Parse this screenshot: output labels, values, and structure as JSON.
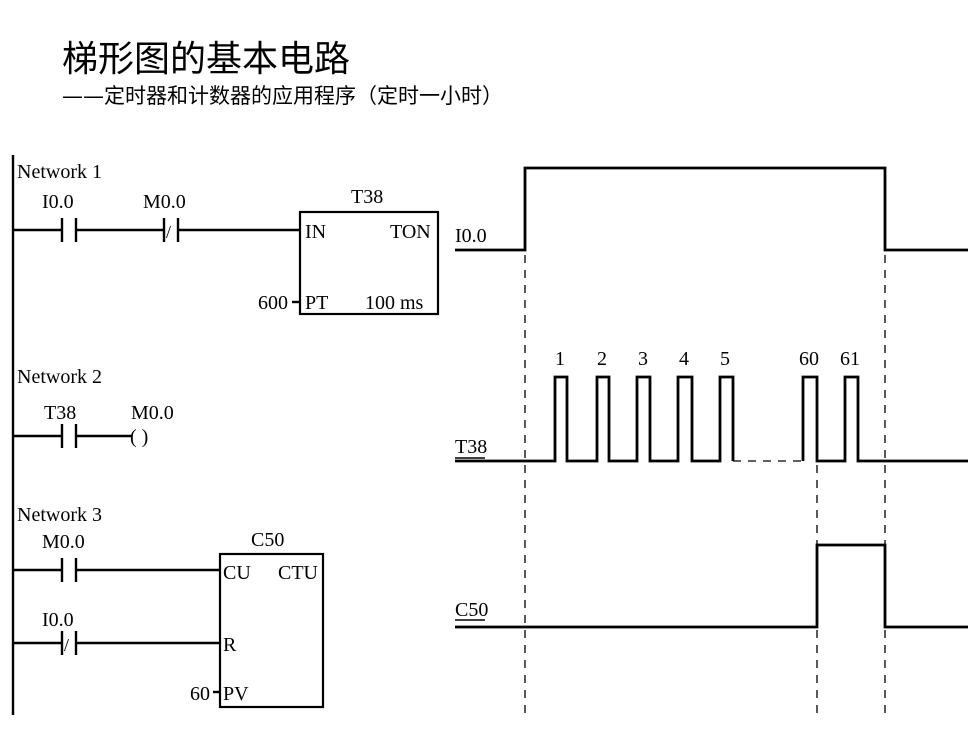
{
  "title": "梯形图的基本电路",
  "subtitle": "——定时器和计数器的应用程序（定时一小时）",
  "ladder": {
    "network1": {
      "label": "Network 1",
      "contact1": "I0.0",
      "contact2": "M0.0",
      "timer": {
        "name": "T38",
        "type": "TON",
        "in": "IN",
        "pt_label": "PT",
        "pt_value": "600",
        "resolution": "100 ms"
      }
    },
    "network2": {
      "label": "Network 2",
      "contact": "T38",
      "coil": "M0.0",
      "coil_symbol": "(   )"
    },
    "network3": {
      "label": "Network 3",
      "contact1": "M0.0",
      "contact2": "I0.0",
      "counter": {
        "name": "C50",
        "type": "CTU",
        "cu": "CU",
        "r": "R",
        "pv_label": "PV",
        "pv_value": "60"
      }
    },
    "nc_symbol": "/"
  },
  "timing": {
    "signals": [
      "I0.0",
      "T38",
      "C50"
    ],
    "pulse_labels": [
      "1",
      "2",
      "3",
      "4",
      "5",
      "60",
      "61"
    ]
  }
}
